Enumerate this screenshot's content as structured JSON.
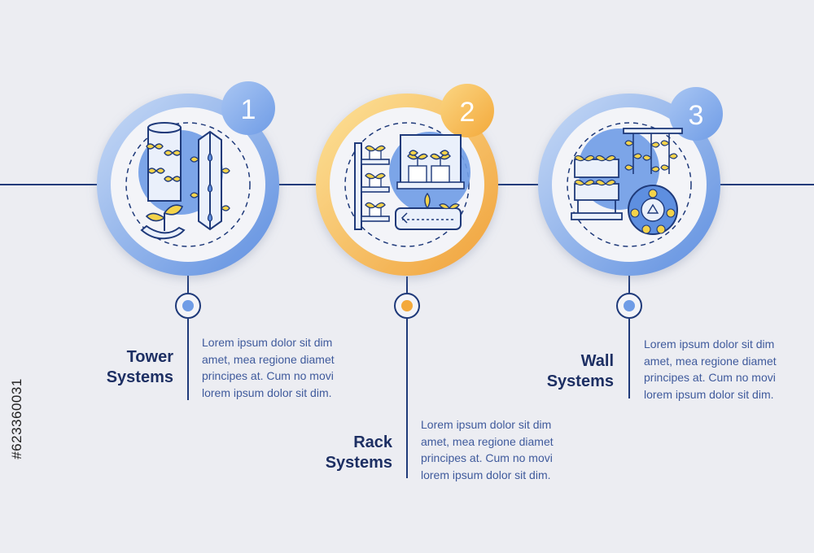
{
  "colors": {
    "background": "#ecedf2",
    "blue": "#6f9ce6",
    "blue_light": "#b8cff2",
    "orange": "#f3a93b",
    "orange_light": "#fad47e",
    "navy": "#1d2f63",
    "text": "#3f5a9c",
    "line": "#1f3a7a"
  },
  "steps": [
    {
      "number": "1",
      "title_line1": "Tower",
      "title_line2": "Systems",
      "desc": [
        "Lorem ipsum dolor sit dim",
        "amet, mea regione diamet",
        "principes at. Cum no movi",
        "lorem ipsum dolor sit dim."
      ],
      "icon": "tower-garden-icon",
      "accent": "blue"
    },
    {
      "number": "2",
      "title_line1": "Rack",
      "title_line2": "Systems",
      "desc": [
        "Lorem ipsum dolor sit dim",
        "amet, mea regione diamet",
        "principes at. Cum no movi",
        "lorem ipsum dolor sit dim."
      ],
      "icon": "rack-shelf-icon",
      "accent": "orange"
    },
    {
      "number": "3",
      "title_line1": "Wall",
      "title_line2": "Systems",
      "desc": [
        "Lorem ipsum dolor sit dim",
        "amet, mea regione diamet",
        "principes at. Cum no movi",
        "lorem ipsum dolor sit dim."
      ],
      "icon": "wall-planter-icon",
      "accent": "blue"
    }
  ],
  "side_id": "#623360031"
}
